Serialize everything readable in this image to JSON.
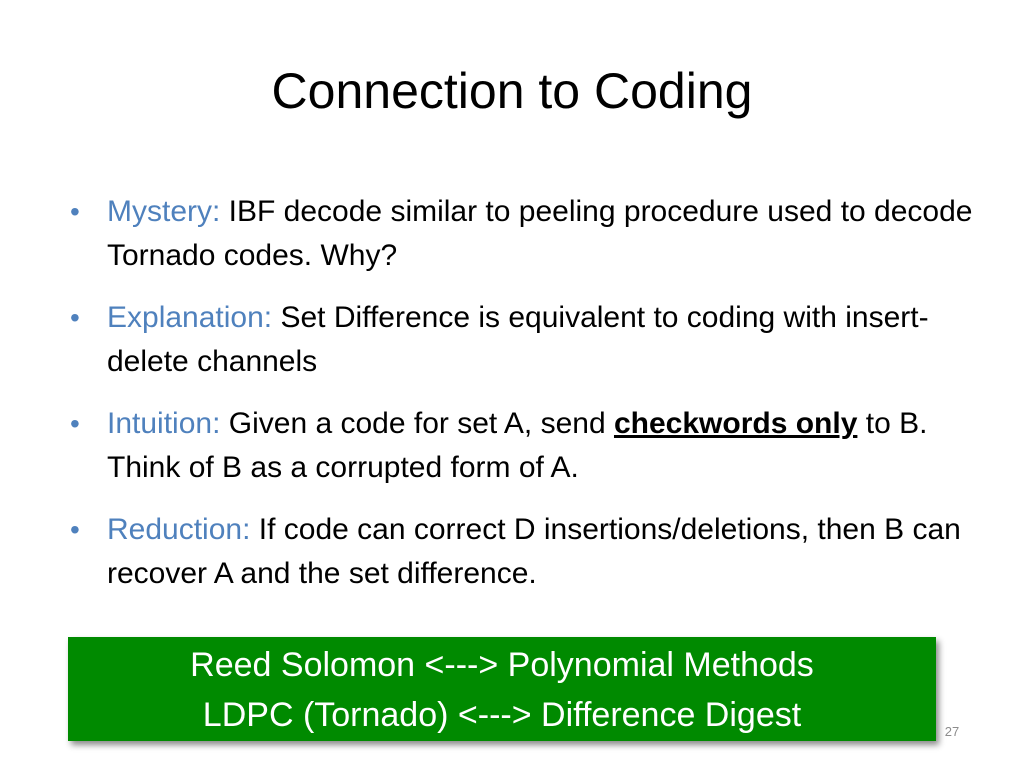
{
  "slide": {
    "title": "Connection to Coding",
    "bullets": [
      {
        "lead": "Mystery:",
        "pre": " IBF decode similar to peeling procedure used to decode Tornado codes.  Why?",
        "emph": "",
        "post": ""
      },
      {
        "lead": "Explanation:",
        "pre": " Set Difference is equivalent to coding with insert-delete channels",
        "emph": "",
        "post": ""
      },
      {
        "lead": "Intuition:",
        "pre": "  Given a code for set A, send ",
        "emph": "checkwords only",
        "post": " to B.  Think of B as a corrupted form of A."
      },
      {
        "lead": "Reduction:",
        "pre": " If code can correct D insertions/deletions, then B can recover A and the set difference.",
        "emph": "",
        "post": ""
      }
    ],
    "box_lines": [
      "Reed Solomon <---> Polynomial Methods",
      "LDPC (Tornado) <---> Difference Digest"
    ],
    "page_number": "27",
    "bullet_glyph": "•"
  },
  "colors": {
    "accent_blue": "#4f81bd",
    "box_green": "#008a00",
    "text": "#000000",
    "box_text": "#ffffff"
  }
}
